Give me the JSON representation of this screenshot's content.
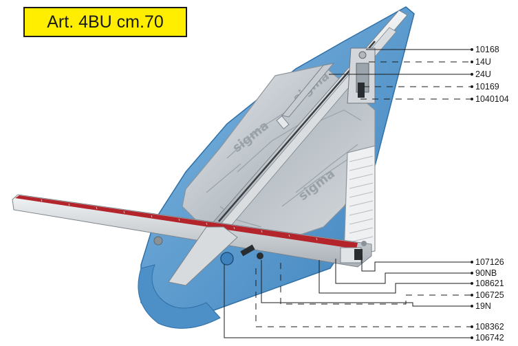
{
  "title": "Art. 4BU cm.70",
  "brand_text": "sigma",
  "colors": {
    "title_background": "#ffee00",
    "base_blue": "#5b9fd2",
    "base_blue_dark": "#2f6fa6",
    "aluminium": "#c9ced3",
    "ruler_red": "#b3242b",
    "leader_line": "#1a1a1a"
  },
  "parts": [
    {
      "code": "10168",
      "leader": "solid"
    },
    {
      "code": "14U",
      "leader": "dashed"
    },
    {
      "code": "24U",
      "leader": "solid"
    },
    {
      "code": "10169",
      "leader": "dashed"
    },
    {
      "code": "1040104",
      "leader": "dashed"
    },
    {
      "code": "107126",
      "leader": "solid"
    },
    {
      "code": "90NB",
      "leader": "solid"
    },
    {
      "code": "108621",
      "leader": "solid"
    },
    {
      "code": "106725",
      "leader": "dashed"
    },
    {
      "code": "19N",
      "leader": "solid"
    },
    {
      "code": "108362",
      "leader": "dashed"
    },
    {
      "code": "106742",
      "leader": "solid"
    }
  ]
}
